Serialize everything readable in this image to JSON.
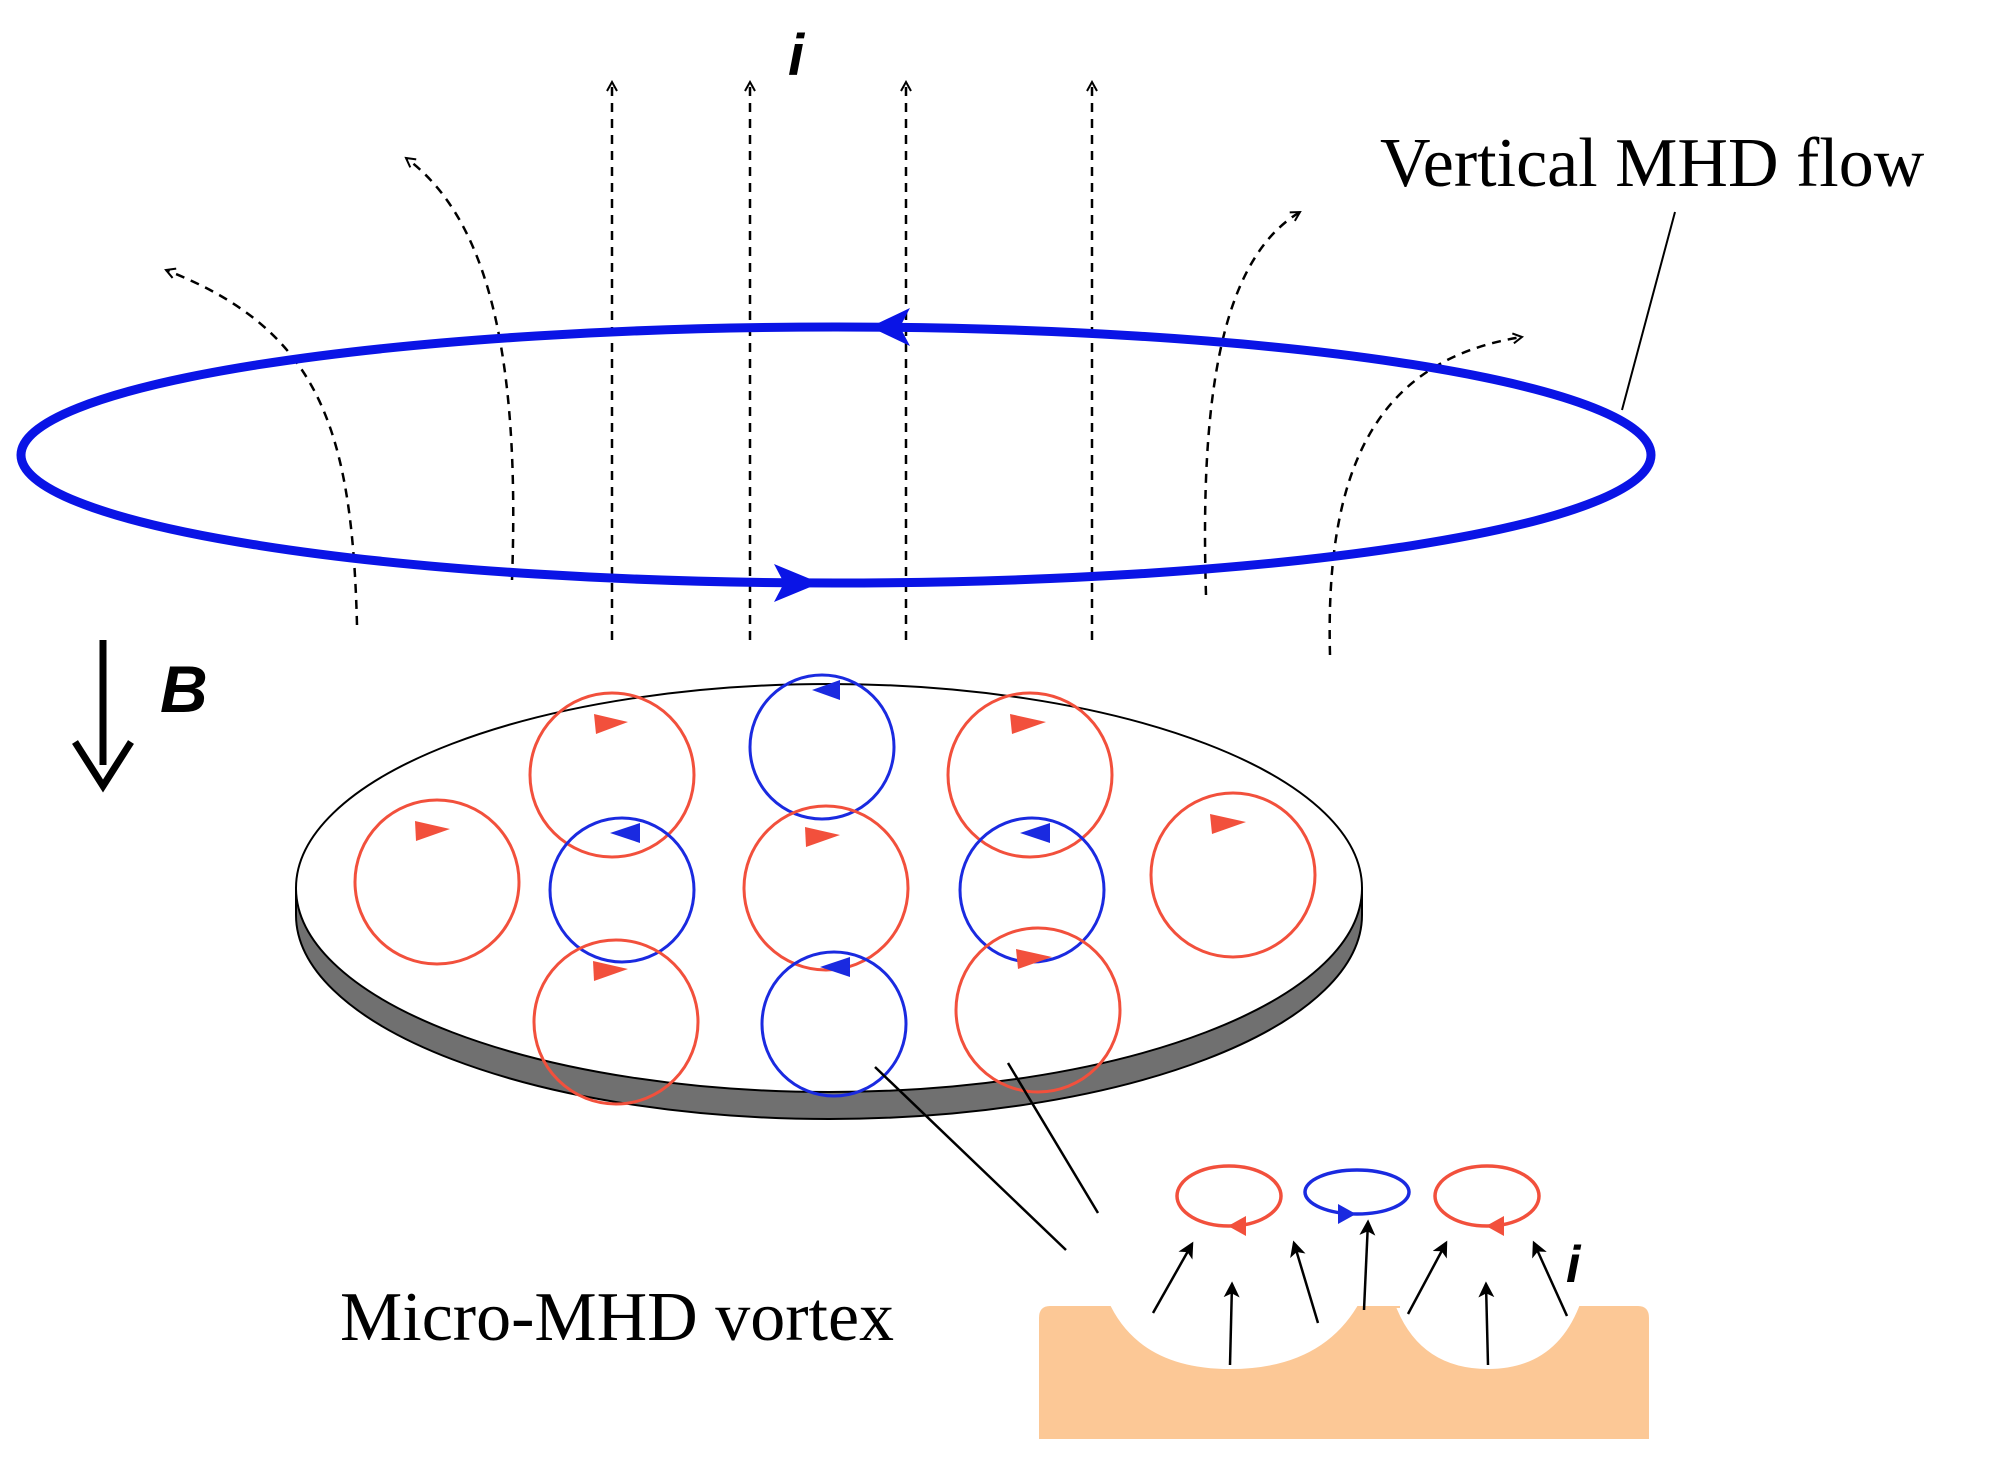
{
  "labels": {
    "current_top": "i",
    "field": "B",
    "vertical_flow": "Vertical MHD flow",
    "micro_vortex": "Micro-MHD vortex",
    "current_inset": "i"
  },
  "colors": {
    "vertical_flow_ring": "#0a14e6",
    "clockwise_vortex": "#f2503c",
    "counterclockwise_vortex": "#1a2ae0",
    "disk_top": "#ffffff",
    "disk_side": "#707070",
    "electrode_surface": "#fcc896",
    "field_lines": "#000000"
  },
  "icons": {
    "field_arrow": "arrow-down-icon"
  }
}
